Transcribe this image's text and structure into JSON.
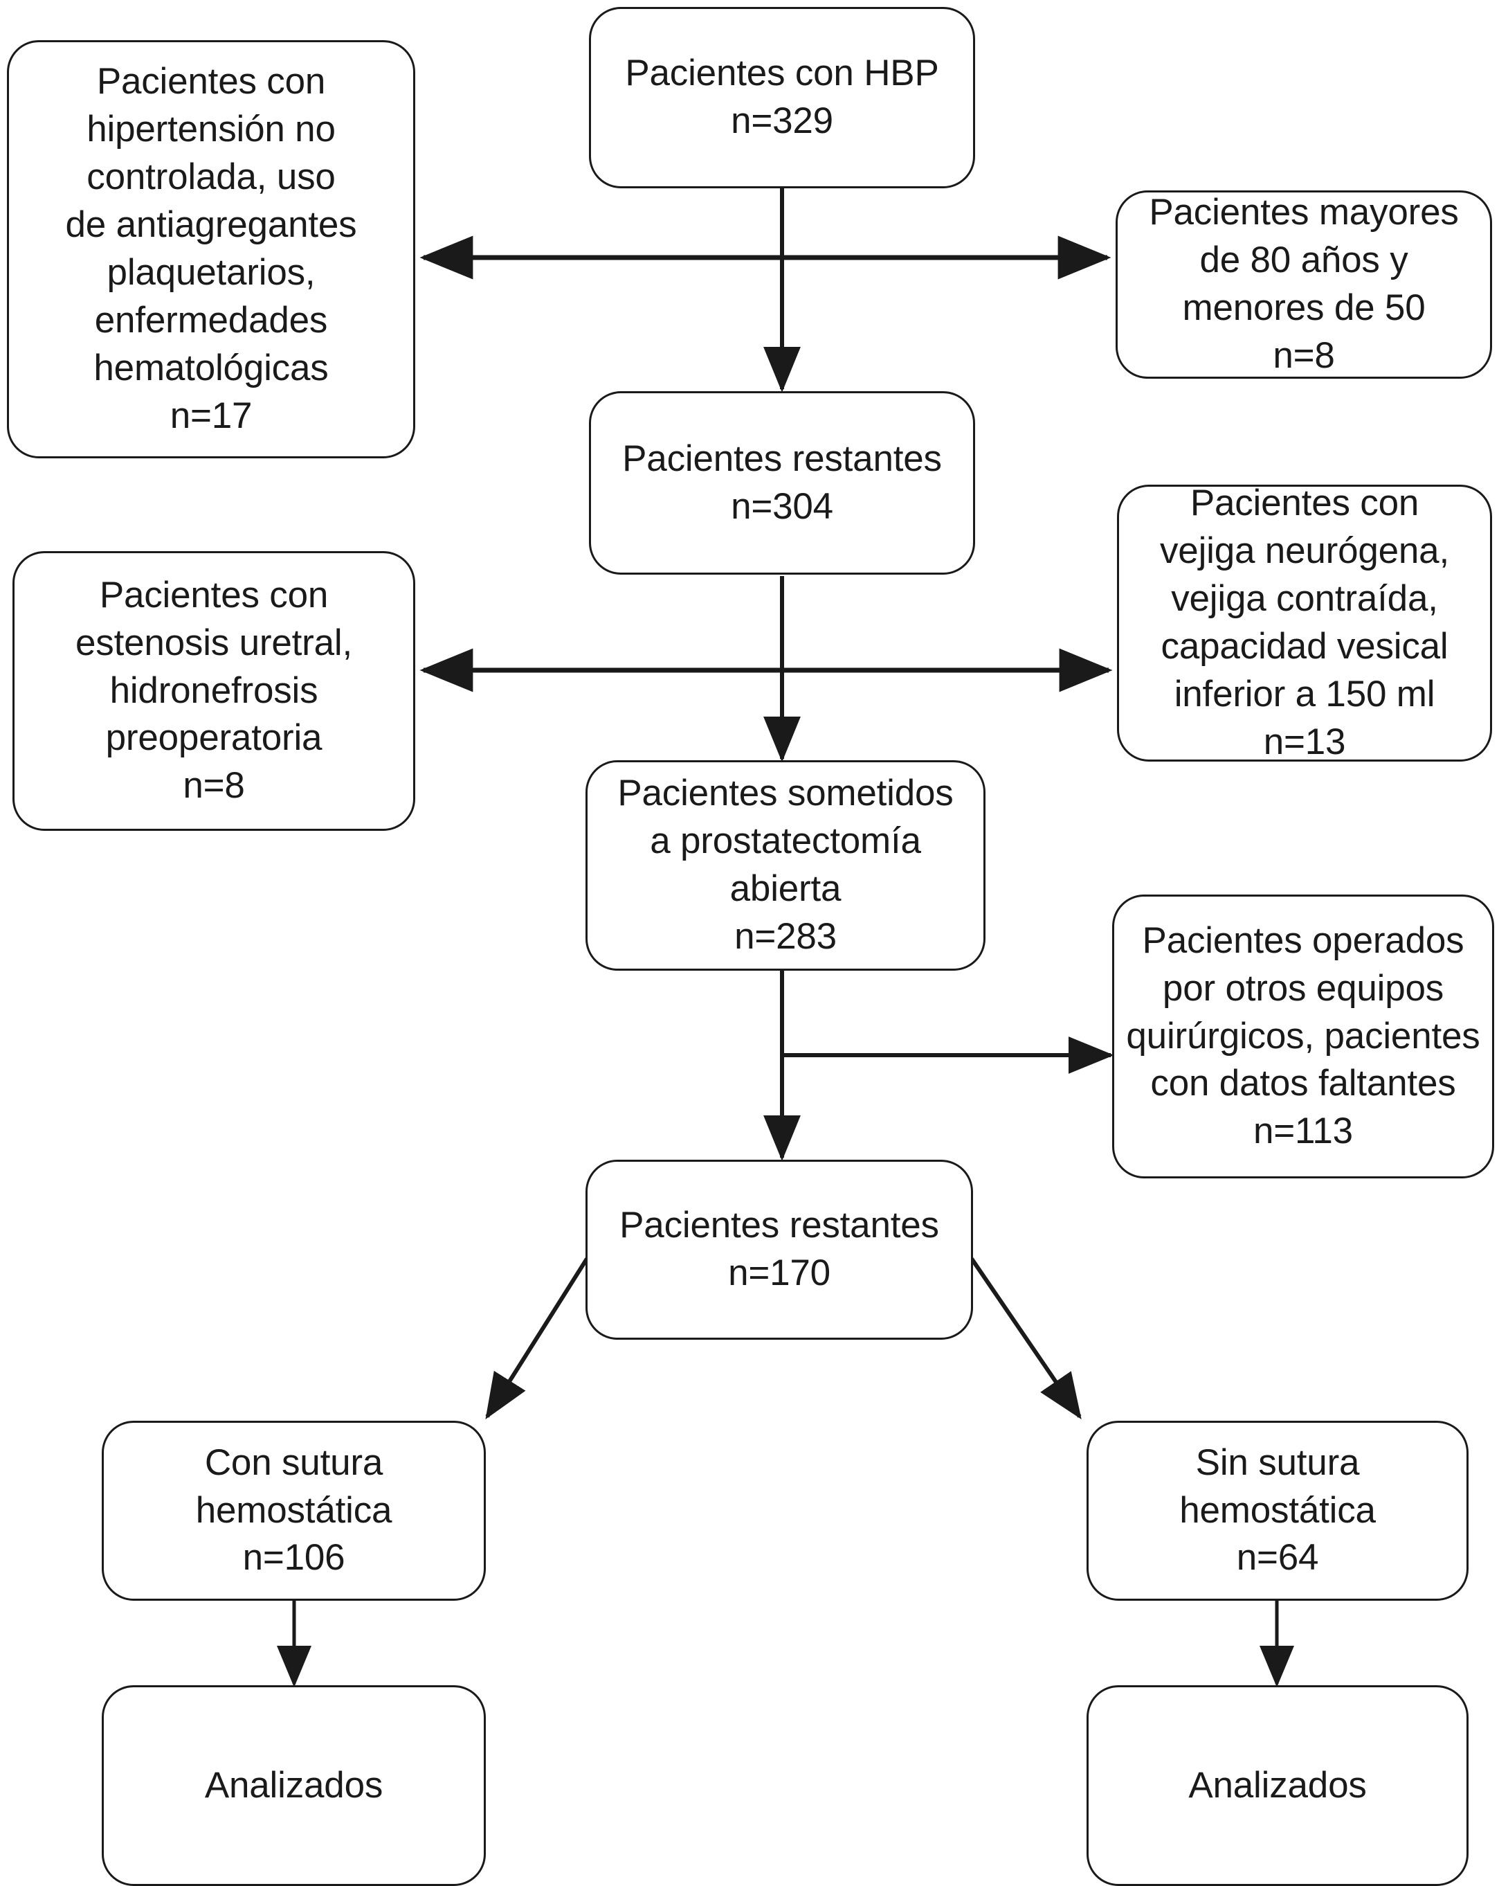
{
  "diagram": {
    "type": "patient-flow-diagram",
    "language": "es",
    "stroke_color": "#1a1a1a",
    "background_color": "#ffffff",
    "nodes": {
      "source": {
        "id": "source",
        "text": "Pacientes con HBP\nn=329",
        "label": "Pacientes con HBP",
        "n": "n=329"
      },
      "excluded_1": {
        "id": "excluded_1",
        "text": "Pacientes con\nhipertensión no\ncontrolada, uso\nde antiagregantes\nplaquetarios,\nenfermedades\nhematológicas\nn=17",
        "label": "Pacientes con hipertensión no controlada, uso de antiagregantes plaquetarios, enfermedades hematológicas",
        "n": "n=17"
      },
      "excluded_2": {
        "id": "excluded_2",
        "text": "Pacientes mayores\nde 80 años y\nmenores de 50\nn=8",
        "label": "Pacientes mayores de 80 años y menores de 50",
        "n": "n=8"
      },
      "remaining_304": {
        "id": "remaining_304",
        "text": "Pacientes restantes\nn=304",
        "label": "Pacientes restantes",
        "n": "n=304"
      },
      "excluded_3": {
        "id": "excluded_3",
        "text": "Pacientes con\nestenosis uretral,\nhidronefrosis\npreoperatoria\nn=8",
        "label": "Pacientes con estenosis uretral, hidronefrosis preoperatoria",
        "n": "n=8"
      },
      "excluded_4": {
        "id": "excluded_4",
        "text": "Pacientes con\nvejiga neurógena,\nvejiga contraída,\ncapacidad vesical\ninferior a 150 ml\nn=13",
        "label": "Pacientes con vejiga neurógena, vejiga contraída, capacidad vesical inferior a 150 ml",
        "n": "n=13"
      },
      "surgery_283": {
        "id": "surgery_283",
        "text": "Pacientes sometidos\na prostatectomía\nabierta\nn=283",
        "label": "Pacientes sometidos a prostatectomía abierta",
        "n": "n=283"
      },
      "excluded_5": {
        "id": "excluded_5",
        "text": "Pacientes operados\npor otros equipos\nquirúrgicos, pacientes\ncon datos faltantes\nn=113",
        "label": "Pacientes operados por otros equipos quirúrgicos, pacientes con datos faltantes",
        "n": "n=113"
      },
      "remaining_170": {
        "id": "remaining_170",
        "text": "Pacientes restantes\nn=170",
        "label": "Pacientes restantes",
        "n": "n=170"
      },
      "arm_with_suture": {
        "id": "arm_with_suture",
        "text": "Con sutura\nhemostática\nn=106",
        "label": "Con sutura hemostática",
        "n": "n=106"
      },
      "arm_without_suture": {
        "id": "arm_without_suture",
        "text": "Sin sutura\nhemostática\nn=64",
        "label": "Sin sutura hemostática",
        "n": "n=64"
      },
      "analyzed_left": {
        "id": "analyzed_left",
        "text": "Analizados",
        "label": "Analizados",
        "n": ""
      },
      "analyzed_right": {
        "id": "analyzed_right",
        "text": "Analizados",
        "label": "Analizados",
        "n": ""
      }
    },
    "edges": [
      {
        "from": "source",
        "to": "remaining_304",
        "style": "vertical-arrow"
      },
      {
        "from": "source",
        "to": "excluded_1",
        "style": "horizontal-double-arrow-left"
      },
      {
        "from": "source",
        "to": "excluded_2",
        "style": "horizontal-double-arrow-right"
      },
      {
        "from": "remaining_304",
        "to": "surgery_283",
        "style": "vertical-arrow"
      },
      {
        "from": "remaining_304",
        "to": "excluded_3",
        "style": "horizontal-double-arrow-left"
      },
      {
        "from": "remaining_304",
        "to": "excluded_4",
        "style": "horizontal-double-arrow-right"
      },
      {
        "from": "surgery_283",
        "to": "remaining_170",
        "style": "vertical-arrow"
      },
      {
        "from": "surgery_283",
        "to": "excluded_5",
        "style": "horizontal-arrow-right"
      },
      {
        "from": "remaining_170",
        "to": "arm_with_suture",
        "style": "diagonal-arrow-left"
      },
      {
        "from": "remaining_170",
        "to": "arm_without_suture",
        "style": "diagonal-arrow-right"
      },
      {
        "from": "arm_with_suture",
        "to": "analyzed_left",
        "style": "vertical-arrow"
      },
      {
        "from": "arm_without_suture",
        "to": "analyzed_right",
        "style": "vertical-arrow"
      }
    ]
  }
}
